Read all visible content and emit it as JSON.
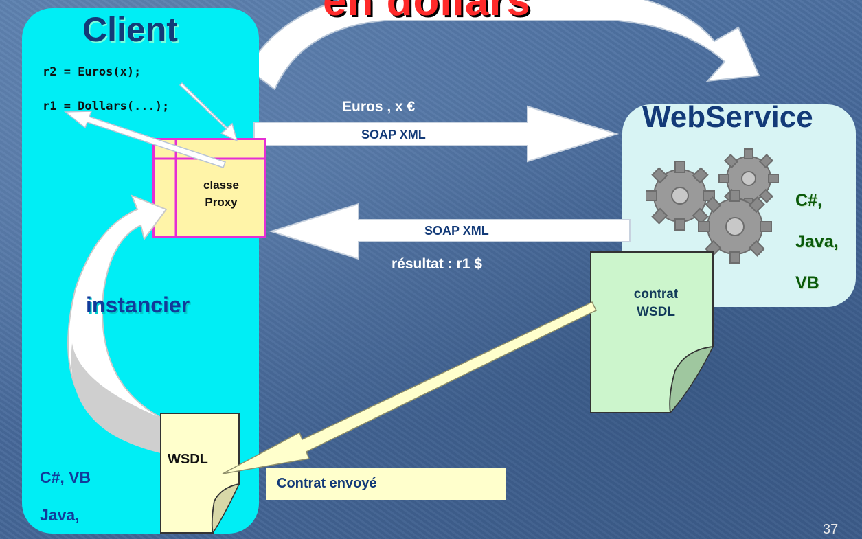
{
  "title_fragment": "en dollars",
  "client": {
    "title": "Client",
    "code_line1": "r2 = Euros(x);",
    "code_line2": "r1 = Dollars(...);",
    "proxy_line1": "classe",
    "proxy_line2": "Proxy",
    "instancier": "instancier",
    "wsdl_doc": "WSDL",
    "lang1": "C#, VB",
    "lang2": "Java,"
  },
  "webservice": {
    "title": "WebService",
    "lang1": "C#,",
    "lang2": "Java,",
    "lang3": "VB",
    "contract_line1": "contrat",
    "contract_line2": "WSDL"
  },
  "request": {
    "label": "Euros , x €",
    "protocol": "SOAP XML"
  },
  "response": {
    "protocol": "SOAP XML",
    "label": "résultat : r1 $"
  },
  "contrat_envoye": "Contrat envoyé",
  "page_number": "37",
  "colors": {
    "client_bg": "#00eef5",
    "webservice_bg": "#d8f4f4",
    "proxy_fill": "#fff4a8",
    "proxy_border": "#e52fd4",
    "title_red": "#ff2a2a",
    "navy_text": "#133a78"
  }
}
